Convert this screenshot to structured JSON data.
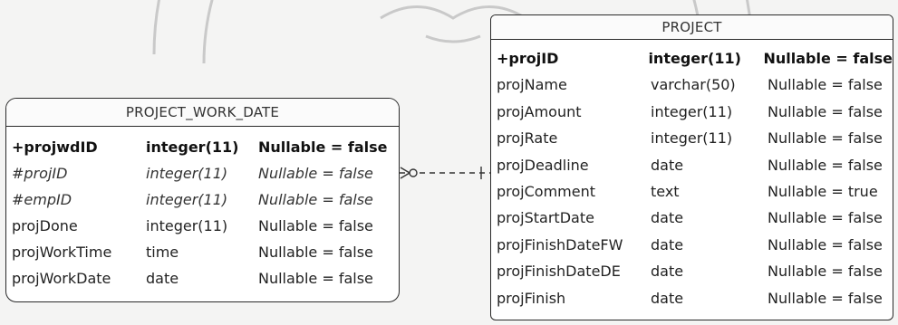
{
  "entities": [
    {
      "name": "PROJECT_WORK_DATE",
      "fields": [
        {
          "name": "+projwdID",
          "type": "integer(11)",
          "nullable": "Nullable = false",
          "kind": "pk"
        },
        {
          "name": "#projID",
          "type": "integer(11)",
          "nullable": "Nullable = false",
          "kind": "fk"
        },
        {
          "name": "#empID",
          "type": "integer(11)",
          "nullable": "Nullable = false",
          "kind": "fk"
        },
        {
          "name": "projDone",
          "type": "integer(11)",
          "nullable": "Nullable = false",
          "kind": "attr"
        },
        {
          "name": "projWorkTime",
          "type": "time",
          "nullable": "Nullable = false",
          "kind": "attr"
        },
        {
          "name": "projWorkDate",
          "type": "date",
          "nullable": "Nullable = false",
          "kind": "attr"
        }
      ]
    },
    {
      "name": "PROJECT",
      "fields": [
        {
          "name": "+projID",
          "type": "integer(11)",
          "nullable": "Nullable = false",
          "kind": "pk"
        },
        {
          "name": "projName",
          "type": "varchar(50)",
          "nullable": "Nullable = false",
          "kind": "attr"
        },
        {
          "name": "projAmount",
          "type": "integer(11)",
          "nullable": "Nullable = false",
          "kind": "attr"
        },
        {
          "name": "projRate",
          "type": "integer(11)",
          "nullable": "Nullable = false",
          "kind": "attr"
        },
        {
          "name": "projDeadline",
          "type": "date",
          "nullable": "Nullable = false",
          "kind": "attr"
        },
        {
          "name": "projComment",
          "type": "text",
          "nullable": "Nullable = true",
          "kind": "attr"
        },
        {
          "name": "projStartDate",
          "type": "date",
          "nullable": "Nullable = false",
          "kind": "attr"
        },
        {
          "name": "projFinishDateFW",
          "type": "date",
          "nullable": "Nullable = false",
          "kind": "attr"
        },
        {
          "name": "projFinishDateDE",
          "type": "date",
          "nullable": "Nullable = false",
          "kind": "attr"
        },
        {
          "name": "projFinish",
          "type": "date",
          "nullable": "Nullable = false",
          "kind": "attr"
        }
      ]
    }
  ],
  "relationship": {
    "from_cardinality": "zero-or-many",
    "to_cardinality": "one"
  },
  "colors": {
    "border": "#2a2a2a",
    "background": "#f4f4f3",
    "watermark": "#c9c9c9"
  },
  "watermark": {
    "icon": "university-seal-watermark-icon"
  }
}
